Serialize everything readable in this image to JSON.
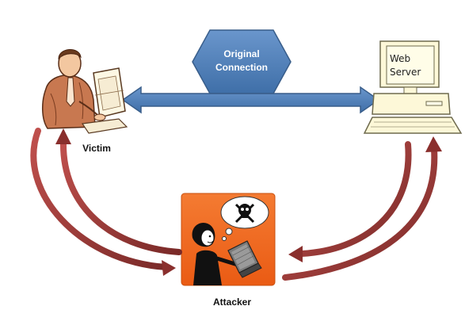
{
  "connection": {
    "line1": "Original",
    "line2": "Connection"
  },
  "victim": {
    "label": "Victim"
  },
  "server": {
    "line1": "Web",
    "line2": "Server"
  },
  "attacker": {
    "label": "Attacker"
  },
  "colors": {
    "arrow_blue": "#4f81bd",
    "arrow_blue_dark": "#3a6494",
    "hexagon": "#4f81bd",
    "curve_red": "#953735",
    "attacker_bg": "#f26722",
    "computer_body": "#fdf8d8"
  },
  "icons": [
    "victim-clipart",
    "web-server-computer-icon",
    "attacker-clipart",
    "skull-crossbones-icon"
  ]
}
